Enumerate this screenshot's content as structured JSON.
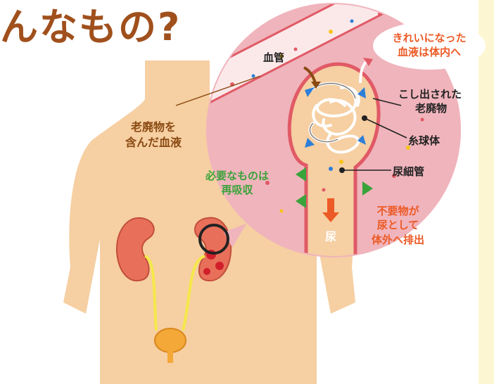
{
  "title": "んなもの?",
  "labels": {
    "waste_blood_line1": "老廃物を",
    "waste_blood_line2": "含んだ血液",
    "blood_vessel": "血管",
    "clean_blood_line1": "きれいになった",
    "clean_blood_line2": "血液は体内へ",
    "filtered_waste_line1": "こし出された",
    "filtered_waste_line2": "老廃物",
    "glomerulus": "糸球体",
    "renal_tubule": "尿細管",
    "reabsorb_line1": "必要なものは",
    "reabsorb_line2": "再吸収",
    "urine": "尿",
    "excrete_line1": "不要物が",
    "excrete_line2": "尿として",
    "excrete_line3": "体外へ排出"
  },
  "colors": {
    "body": "#f6cfa2",
    "kidney": "#e8705a",
    "magnify_bg": "#f0b4bc",
    "title": "#a0501c",
    "green": "#3aa33a",
    "orange": "#ec5a25"
  }
}
